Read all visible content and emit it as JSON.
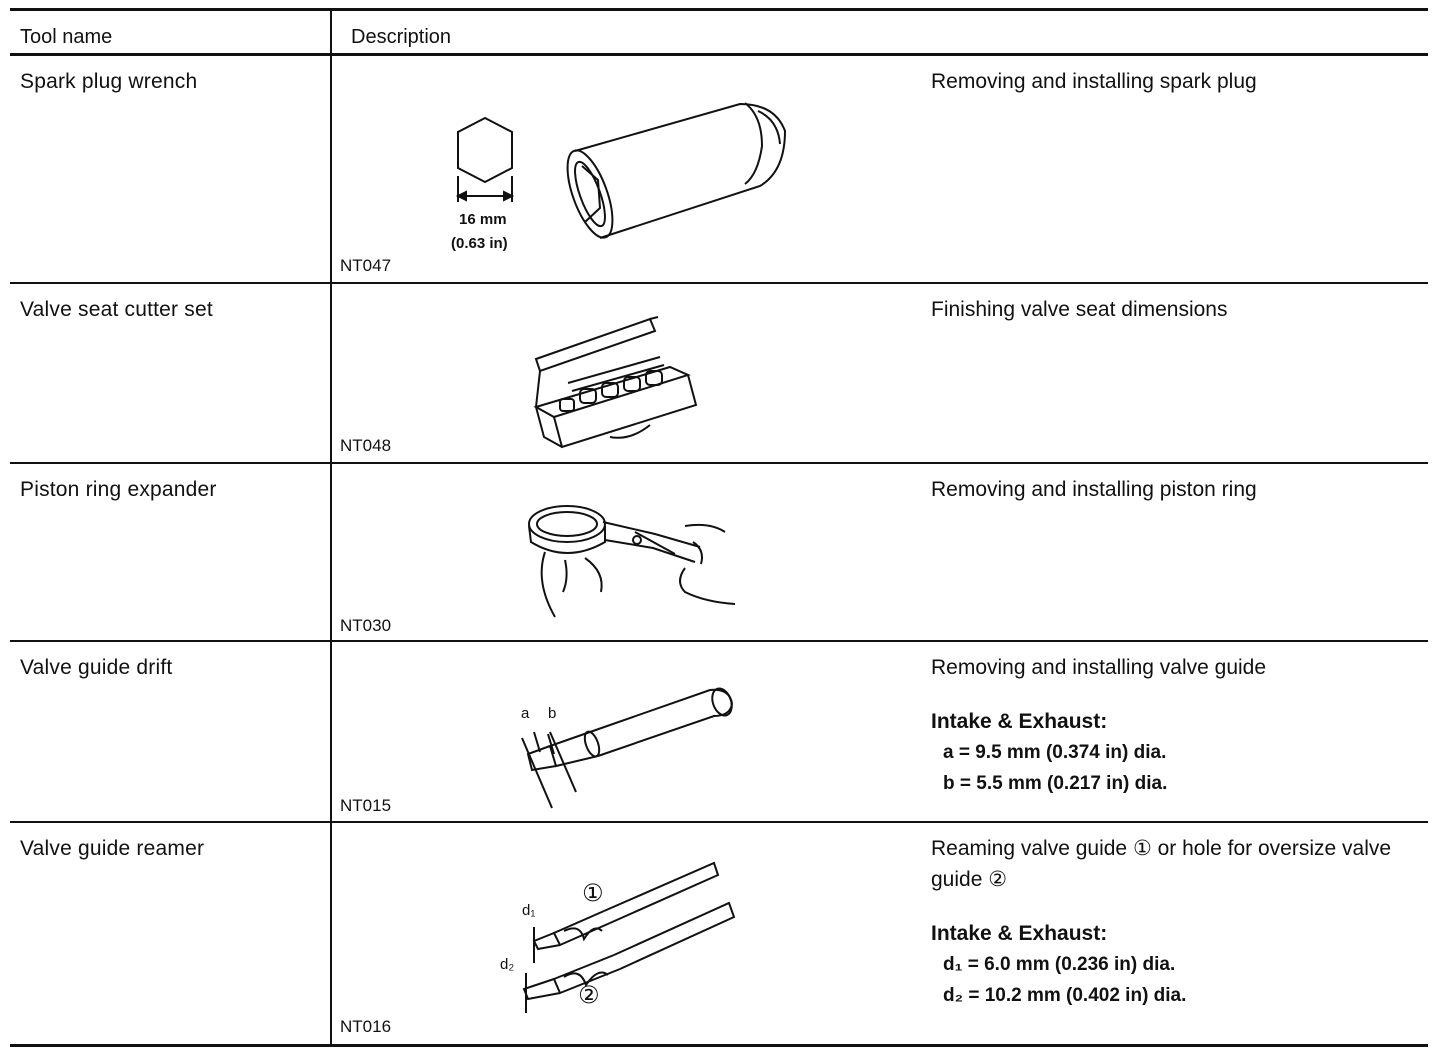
{
  "header": {
    "tool_name": "Tool name",
    "description": "Description"
  },
  "rows": [
    {
      "tool": "Spark plug wrench",
      "code": "NT047",
      "description": "Removing and installing spark plug",
      "dim_line1": "16 mm",
      "dim_line2": "(0.63 in)"
    },
    {
      "tool": "Valve seat cutter set",
      "code": "NT048",
      "description": "Finishing valve seat dimensions"
    },
    {
      "tool": "Piston ring expander",
      "code": "NT030",
      "description": "Removing and installing piston ring"
    },
    {
      "tool": "Valve guide drift",
      "code": "NT015",
      "description": "Removing and installing valve guide",
      "spec_title": "Intake & Exhaust:",
      "spec_1": "a = 9.5 mm (0.374 in) dia.",
      "spec_2": "b = 5.5 mm (0.217 in) dia.",
      "label_a": "a",
      "label_b": "b"
    },
    {
      "tool": "Valve guide reamer",
      "code": "NT016",
      "description": "Reaming valve guide ① or hole for oversize valve guide ②",
      "spec_title": "Intake & Exhaust:",
      "spec_1": "d₁ = 6.0 mm (0.236 in) dia.",
      "spec_2": "d₂ = 10.2 mm (0.402 in) dia.",
      "label_d1": "d₁",
      "label_d2": "d₂",
      "label_1": "①",
      "label_2": "②"
    }
  ]
}
